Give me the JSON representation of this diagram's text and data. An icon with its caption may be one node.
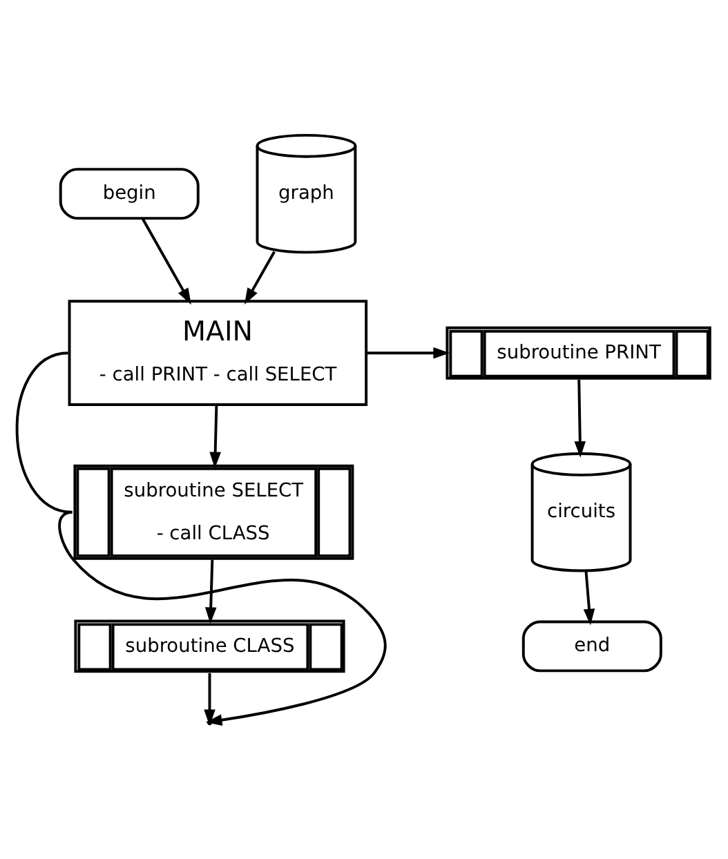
{
  "diagram": {
    "nodes": [
      {
        "text": [
          "begin"
        ]
      },
      {
        "text": [
          "graph"
        ]
      },
      {
        "text": [
          "MAIN",
          "- call PRINT - call SELECT"
        ]
      },
      {
        "text": [
          "subroutine PRINT"
        ]
      },
      {
        "text": [
          "subroutine SELECT",
          "- call CLASS"
        ]
      },
      {
        "text": [
          "circuits"
        ]
      },
      {
        "text": [
          "subroutine CLASS"
        ]
      },
      {
        "text": [
          "end"
        ]
      }
    ],
    "edges": [
      {
        "from": 0,
        "to": 2,
        "arrow": "to"
      },
      {
        "from": 1,
        "to": 2,
        "arrow": "to"
      },
      {
        "from": 2,
        "to": 3,
        "arrow": "to"
      },
      {
        "from": 2,
        "to": 4,
        "arrow": "to"
      },
      {
        "from": 2,
        "to": 4,
        "arrow": "none"
      },
      {
        "from": 4,
        "to": 6,
        "arrow": "to"
      },
      {
        "from": 6,
        "to": null,
        "arrow": "to"
      },
      {
        "from": 4,
        "to": null,
        "arrow": "to"
      },
      {
        "from": 3,
        "to": 5,
        "arrow": "to"
      },
      {
        "from": 5,
        "to": 7,
        "arrow": "to"
      }
    ]
  }
}
